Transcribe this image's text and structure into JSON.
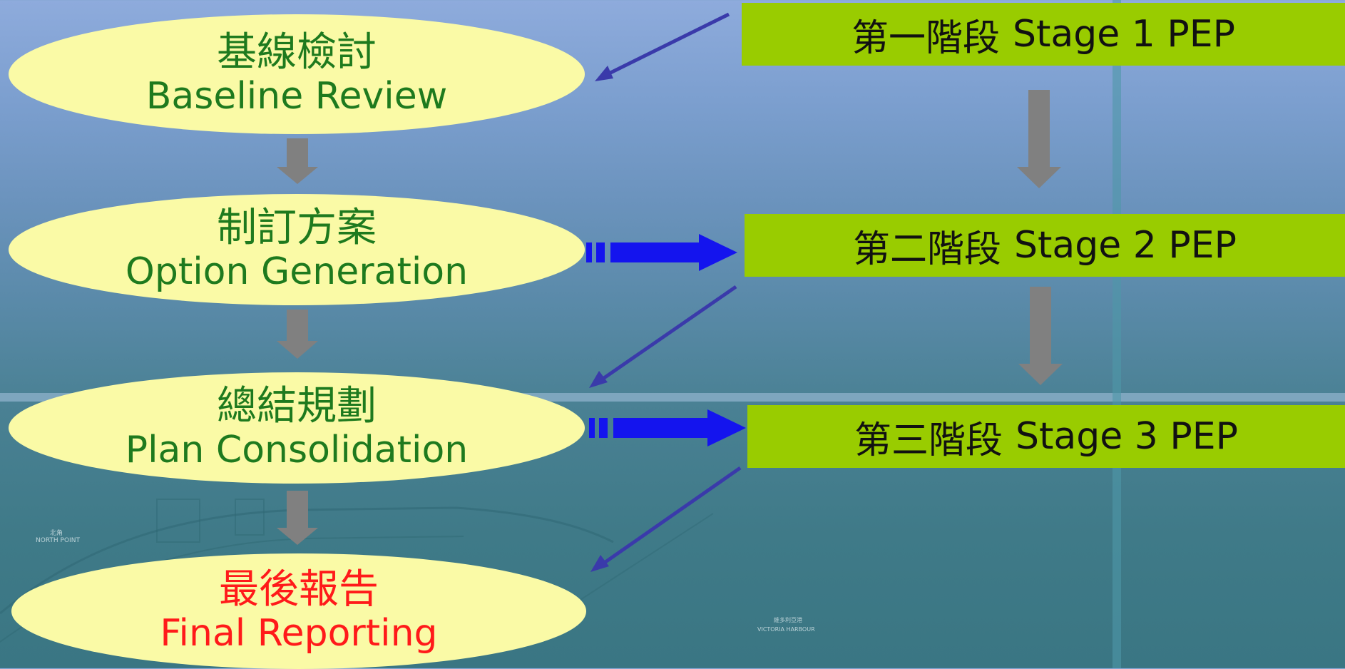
{
  "process_steps": [
    {
      "zh": "基線檢討",
      "en": "Baseline Review"
    },
    {
      "zh": "制訂方案",
      "en": "Option Generation"
    },
    {
      "zh": "總結規劃",
      "en": "Plan Consolidation"
    },
    {
      "zh": "最後報告",
      "en": "Final Reporting"
    }
  ],
  "stages": [
    {
      "zh": "第一階段",
      "en": "Stage 1 PEP"
    },
    {
      "zh": "第二階段",
      "en": "Stage 2 PEP"
    },
    {
      "zh": "第三階段",
      "en": "Stage 3 PEP"
    }
  ],
  "map_labels": {
    "north_point": "NORTH POINT",
    "north_point_zh": "北角",
    "victoria_harbour": "VICTORIA HARBOUR",
    "victoria_harbour_zh": "維多利亞港"
  },
  "colors": {
    "ellipse_fill": "#fafaa6",
    "stage_fill": "#99cc00",
    "text_green": "#1e7a1e",
    "text_red": "#ff1a1a",
    "down_arrow": "#808080",
    "diagonal_arrow": "#3a3aaa",
    "block_arrow": "#1414ee"
  }
}
